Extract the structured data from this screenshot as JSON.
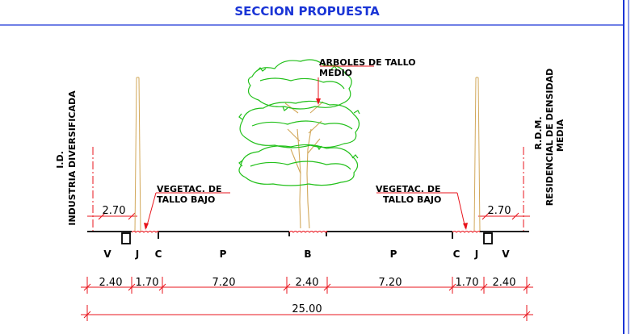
{
  "title": "SECCION PROPUESTA",
  "labels": {
    "left_zone_code": "I.D.",
    "left_zone_name": "INDUSTRIA DIVERSIFICADA",
    "right_zone_code": "R.D.M.",
    "right_zone_name_1": "RESIDENCIAL DE DENSIDAD",
    "right_zone_name_2": "MEDIA",
    "tree_note_1": "ARBOLES DE TALLO",
    "tree_note_2": "MEDIO",
    "veg_left_1": "VEGETAC. DE",
    "veg_left_2": "TALLO BAJO",
    "veg_right_1": "VEGETAC. DE",
    "veg_right_2": "TALLO BAJO",
    "height_left": "2.70",
    "height_right": "2.70"
  },
  "segments": [
    {
      "code": "V",
      "width": "2.40"
    },
    {
      "code": "J",
      "width": "1.70"
    },
    {
      "code": "C",
      "width": ""
    },
    {
      "code": "P",
      "width": "7.20"
    },
    {
      "code": "B",
      "width": "2.40"
    },
    {
      "code": "P",
      "width": "7.20"
    },
    {
      "code": "C",
      "width": ""
    },
    {
      "code": "J",
      "width": "1.70"
    },
    {
      "code": "V",
      "width": "2.40"
    }
  ],
  "total_width": "25.00",
  "colors": {
    "title": "#1a35d6",
    "frame": "#1a35d6",
    "dimension": "#e8141c",
    "tree": "#22c01a",
    "trunk": "#d2a85a",
    "ground": "#000000"
  }
}
